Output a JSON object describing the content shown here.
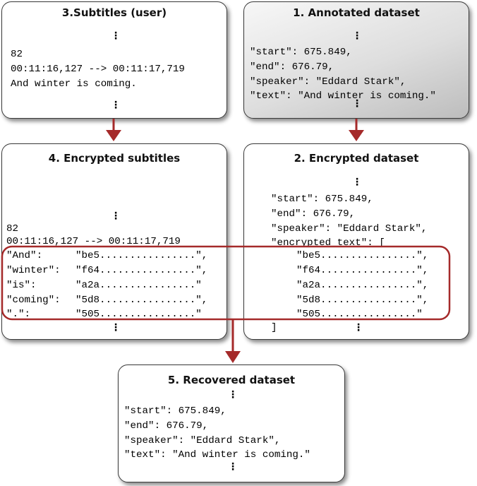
{
  "boxes": {
    "subtitles_user": {
      "title": "3.Subtitles (user)",
      "index": "82",
      "timing": "00:11:16,127 --> 00:11:17,719",
      "text": "And winter is coming.",
      "ellipsis": "⋮"
    },
    "annotated_dataset": {
      "title": "1. Annotated dataset",
      "lines": [
        "\"start\": 675.849,",
        "\"end\": 676.79,",
        "\"speaker\": \"Eddard Stark\",",
        "\"text\": \"And winter is coming.\""
      ],
      "ellipsis": "⋮"
    },
    "encrypted_subtitles": {
      "title": "4. Encrypted subtitles",
      "index": "82",
      "timing": "00:11:16,127 --> 00:11:17,719",
      "rows": [
        {
          "key": "\"And\":",
          "value": "\"be5................\","
        },
        {
          "key": "\"winter\":",
          "value": "\"f64................\","
        },
        {
          "key": "\"is\":",
          "value": "\"a2a................\""
        },
        {
          "key": "\"coming\":",
          "value": "\"5d8................\","
        },
        {
          "key": "\".\":",
          "value": "\"505................\""
        }
      ],
      "ellipsis": "⋮"
    },
    "encrypted_dataset": {
      "title": "2. Encrypted dataset",
      "lines": [
        "\"start\": 675.849,",
        "\"end\": 676.79,",
        "\"speaker\": \"Eddard Stark\",",
        "\"encrypted_text\": ["
      ],
      "items": [
        "\"be5................\",",
        "\"f64................\",",
        "\"a2a................\",",
        "\"5d8................\",",
        "\"505................\""
      ],
      "closing": "]",
      "ellipsis": "⋮"
    },
    "recovered_dataset": {
      "title": "5. Recovered dataset",
      "lines": [
        "\"start\": 675.849,",
        "\"end\": 676.79,",
        "\"speaker\": \"Eddard Stark\",",
        "\"text\": \"And winter is coming.\""
      ],
      "ellipsis": "⋮"
    }
  },
  "colors": {
    "arrow": "#a52a2a",
    "highlight": "#a52a2a",
    "border": "#3a3a3a"
  }
}
